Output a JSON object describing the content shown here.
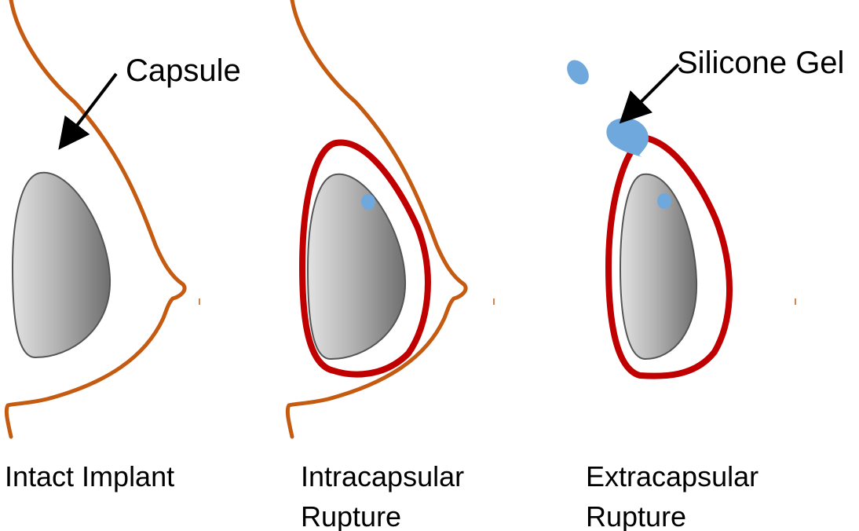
{
  "annotations": {
    "capsule": "Capsule",
    "silicone_gel": "Silicone Gel"
  },
  "panels": [
    {
      "caption_line1": "Intact Implant",
      "caption_line2": ""
    },
    {
      "caption_line1": "Intracapsular",
      "caption_line2": "Rupture"
    },
    {
      "caption_line1": "Extracapsular",
      "caption_line2": "Rupture"
    }
  ],
  "colors": {
    "breast_outline": "#C55A11",
    "capsule": "#C00000",
    "silicone_gel": "#6FA8DC",
    "implant_light": "#E2E2E2",
    "implant_dark": "#6E6E6E",
    "implant_stroke": "#555555",
    "arrow": "#000000"
  }
}
